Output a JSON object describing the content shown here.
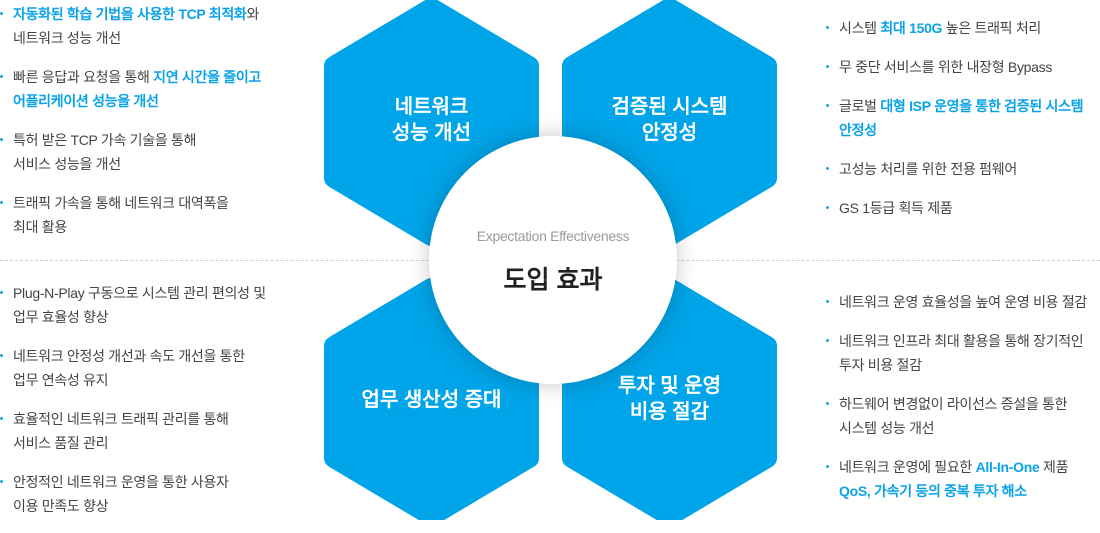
{
  "colors": {
    "hex_fill": "#00a4e8",
    "highlight": "#0aa3e8",
    "text": "#444444"
  },
  "center": {
    "subtitle": "Expectation Effectiveness",
    "title": "도입 효과"
  },
  "hexagons": {
    "top_left": [
      "네트워크",
      "성능 개선"
    ],
    "top_right": [
      "검증된 시스템",
      "안정성"
    ],
    "bottom_left": [
      "업무 생산성 증대"
    ],
    "bottom_right": [
      "투자 및 운영",
      "비용 절감"
    ]
  },
  "sections": {
    "top_left": {
      "items": [
        {
          "lines": [
            [
              {
                "t": "자동화된 학습 기법을 사용한 TCP 최적화",
                "hl": true
              },
              {
                "t": "와",
                "hl": false
              }
            ],
            [
              {
                "t": "네트워크 성능 개선",
                "hl": false
              }
            ]
          ]
        },
        {
          "lines": [
            [
              {
                "t": "빠른 응답과 요청을 통해 ",
                "hl": false
              },
              {
                "t": "지연 시간을 줄이고",
                "hl": true
              }
            ],
            [
              {
                "t": "어플리케이션 성능을 개선",
                "hl": true
              }
            ]
          ]
        },
        {
          "lines": [
            [
              {
                "t": "특허 받은 TCP 가속 기술을 통해",
                "hl": false
              }
            ],
            [
              {
                "t": "서비스 성능을 개선",
                "hl": false
              }
            ]
          ]
        },
        {
          "lines": [
            [
              {
                "t": "트래픽 가속을 통해 네트워크 대역폭을",
                "hl": false
              }
            ],
            [
              {
                "t": "최대 활용",
                "hl": false
              }
            ]
          ]
        }
      ]
    },
    "top_right": {
      "items": [
        {
          "lines": [
            [
              {
                "t": "시스템 ",
                "hl": false
              },
              {
                "t": "최대 150G",
                "hl": true
              },
              {
                "t": " 높은 트래픽 처리",
                "hl": false
              }
            ]
          ]
        },
        {
          "lines": [
            [
              {
                "t": "무 중단 서비스를 위한 내장형 Bypass",
                "hl": false
              }
            ]
          ]
        },
        {
          "lines": [
            [
              {
                "t": "글로벌 ",
                "hl": false
              },
              {
                "t": "대형 ISP 운영을 통한 검증된 시스템",
                "hl": true
              }
            ],
            [
              {
                "t": "안정성",
                "hl": true
              }
            ]
          ]
        },
        {
          "lines": [
            [
              {
                "t": "고성능 처리를 위한 전용 펌웨어",
                "hl": false
              }
            ]
          ]
        },
        {
          "lines": [
            [
              {
                "t": "GS 1등급 획득 제품",
                "hl": false
              }
            ]
          ]
        }
      ]
    },
    "bottom_left": {
      "items": [
        {
          "lines": [
            [
              {
                "t": "Plug-N-Play 구동으로 시스템 관리 편의성 및",
                "hl": false
              }
            ],
            [
              {
                "t": "업무 효율성 향상",
                "hl": false
              }
            ]
          ]
        },
        {
          "lines": [
            [
              {
                "t": "네트워크 안정성 개선과 속도 개선을 통한",
                "hl": false
              }
            ],
            [
              {
                "t": "업무 연속성 유지",
                "hl": false
              }
            ]
          ]
        },
        {
          "lines": [
            [
              {
                "t": "효율적인 네트워크 트래픽 관리를 통해",
                "hl": false
              }
            ],
            [
              {
                "t": "서비스 품질 관리",
                "hl": false
              }
            ]
          ]
        },
        {
          "lines": [
            [
              {
                "t": "안정적인 네트워크 운영을 통한 사용자",
                "hl": false
              }
            ],
            [
              {
                "t": "이용 만족도 향상",
                "hl": false
              }
            ]
          ]
        }
      ]
    },
    "bottom_right": {
      "items": [
        {
          "lines": [
            [
              {
                "t": "네트워크 운영 효율성을 높여 운영 비용 절감",
                "hl": false
              }
            ]
          ]
        },
        {
          "lines": [
            [
              {
                "t": "네트워크 인프라 최대 활용을 통해 장기적인",
                "hl": false
              }
            ],
            [
              {
                "t": "투자 비용 절감",
                "hl": false
              }
            ]
          ]
        },
        {
          "lines": [
            [
              {
                "t": "하드웨어 변경없이 라이선스 증설을 통한",
                "hl": false
              }
            ],
            [
              {
                "t": "시스템 성능 개선",
                "hl": false
              }
            ]
          ]
        },
        {
          "lines": [
            [
              {
                "t": "네트워크 운영에 필요한 ",
                "hl": false
              },
              {
                "t": "All-In-One",
                "hl": true
              },
              {
                "t": " 제품",
                "hl": false
              }
            ],
            [
              {
                "t": "QoS, 가속기 등의 중복 투자 해소",
                "hl": true
              }
            ]
          ]
        }
      ]
    }
  }
}
